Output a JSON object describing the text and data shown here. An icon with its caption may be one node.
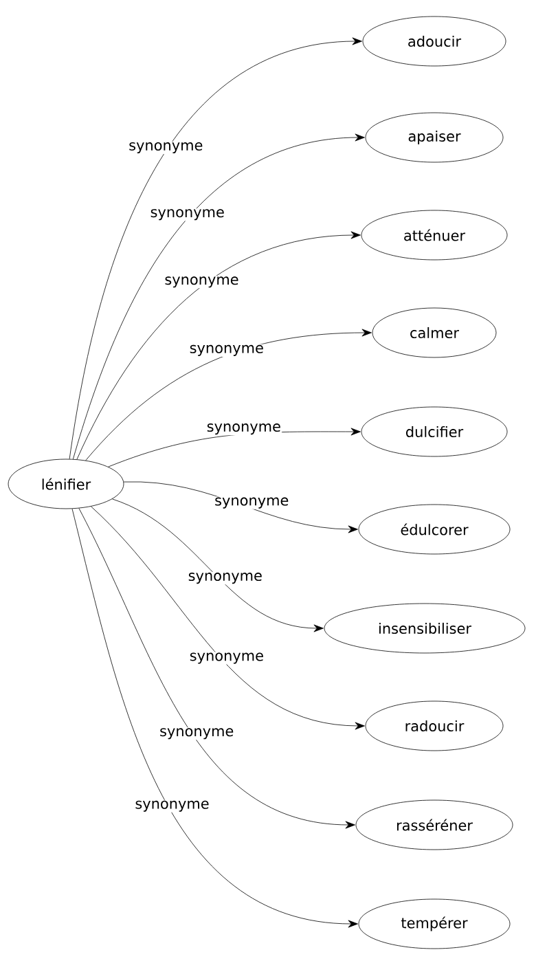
{
  "diagram": {
    "nodes": [
      {
        "text": [
          "lénifier"
        ]
      },
      {
        "text": [
          "adoucir"
        ]
      },
      {
        "text": [
          "apaiser"
        ]
      },
      {
        "text": [
          "atténuer"
        ]
      },
      {
        "text": [
          "calmer"
        ]
      },
      {
        "text": [
          "dulcifier"
        ]
      },
      {
        "text": [
          "édulcorer"
        ]
      },
      {
        "text": [
          "insensibiliser"
        ]
      },
      {
        "text": [
          "radoucir"
        ]
      },
      {
        "text": [
          "rasséréner"
        ]
      },
      {
        "text": [
          "tempérer"
        ]
      }
    ],
    "edges": [
      {
        "from": 0,
        "to": 1,
        "arrow": "to",
        "label": "synonyme"
      },
      {
        "from": 0,
        "to": 2,
        "arrow": "to",
        "label": "synonyme"
      },
      {
        "from": 0,
        "to": 3,
        "arrow": "to",
        "label": "synonyme"
      },
      {
        "from": 0,
        "to": 4,
        "arrow": "to",
        "label": "synonyme"
      },
      {
        "from": 0,
        "to": 5,
        "arrow": "to",
        "label": "synonyme"
      },
      {
        "from": 0,
        "to": 6,
        "arrow": "to",
        "label": "synonyme"
      },
      {
        "from": 0,
        "to": 7,
        "arrow": "to",
        "label": "synonyme"
      },
      {
        "from": 0,
        "to": 8,
        "arrow": "to",
        "label": "synonyme"
      },
      {
        "from": 0,
        "to": 9,
        "arrow": "to",
        "label": "synonyme"
      },
      {
        "from": 0,
        "to": 10,
        "arrow": "to",
        "label": "synonyme"
      }
    ]
  }
}
